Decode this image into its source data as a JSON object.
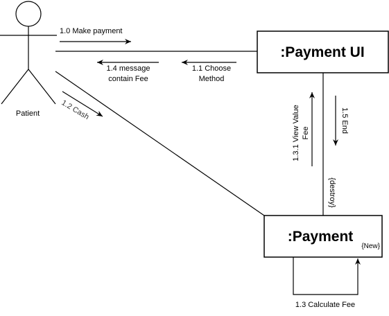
{
  "actor": {
    "name": "Patient"
  },
  "objects": {
    "payment_ui": {
      "title": ":Payment UI"
    },
    "payment": {
      "title": ":Payment",
      "constraint": "{New}"
    }
  },
  "messages": {
    "m1_0": "1.0 Make payment",
    "m1_1_line1": "1.1 Choose",
    "m1_1_line2": "Method",
    "m1_4_line1": "1.4 message",
    "m1_4_line2": "contain Fee",
    "m1_2": "1.2 Cash",
    "m1_3": "1.3 Calculate Fee",
    "m1_3_1_line1": "1.3.1 View Value",
    "m1_3_1_line2": "Fee",
    "m1_5": "1.5 End",
    "destroy": "{destroy}"
  },
  "colors": {
    "stroke": "#000000",
    "background": "#ffffff",
    "cash_label": "#333333"
  }
}
